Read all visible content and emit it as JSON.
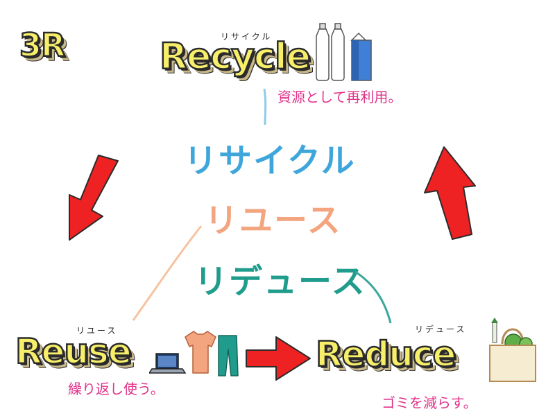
{
  "title": "3R",
  "colors": {
    "yellow": "#f7ef6a",
    "outline": "#2b2b2b",
    "recycle_katakana": "#3fa6dc",
    "reuse_katakana": "#f2a57f",
    "reduce_katakana": "#1f9c8c",
    "desc_pink": "#e0338a",
    "arrow_red": "#ee2222"
  },
  "recycle": {
    "word": "Recycle",
    "ruby": "リサイクル",
    "description": "資源として再利用。",
    "icons": [
      "plastic-bottle-icon",
      "plastic-bottle-icon",
      "milk-carton-icon"
    ]
  },
  "reuse": {
    "word": "Reuse",
    "ruby": "リユース",
    "description": "繰り返し使う。",
    "icons": [
      "laptop-icon",
      "tshirt-icon",
      "jeans-icon"
    ]
  },
  "reduce": {
    "word": "Reduce",
    "ruby": "リデュース",
    "description": "ゴミを減らす。",
    "icons": [
      "shopping-bag-icon"
    ]
  },
  "center_labels": [
    "リサイクル",
    "リユース",
    "リデュース"
  ]
}
